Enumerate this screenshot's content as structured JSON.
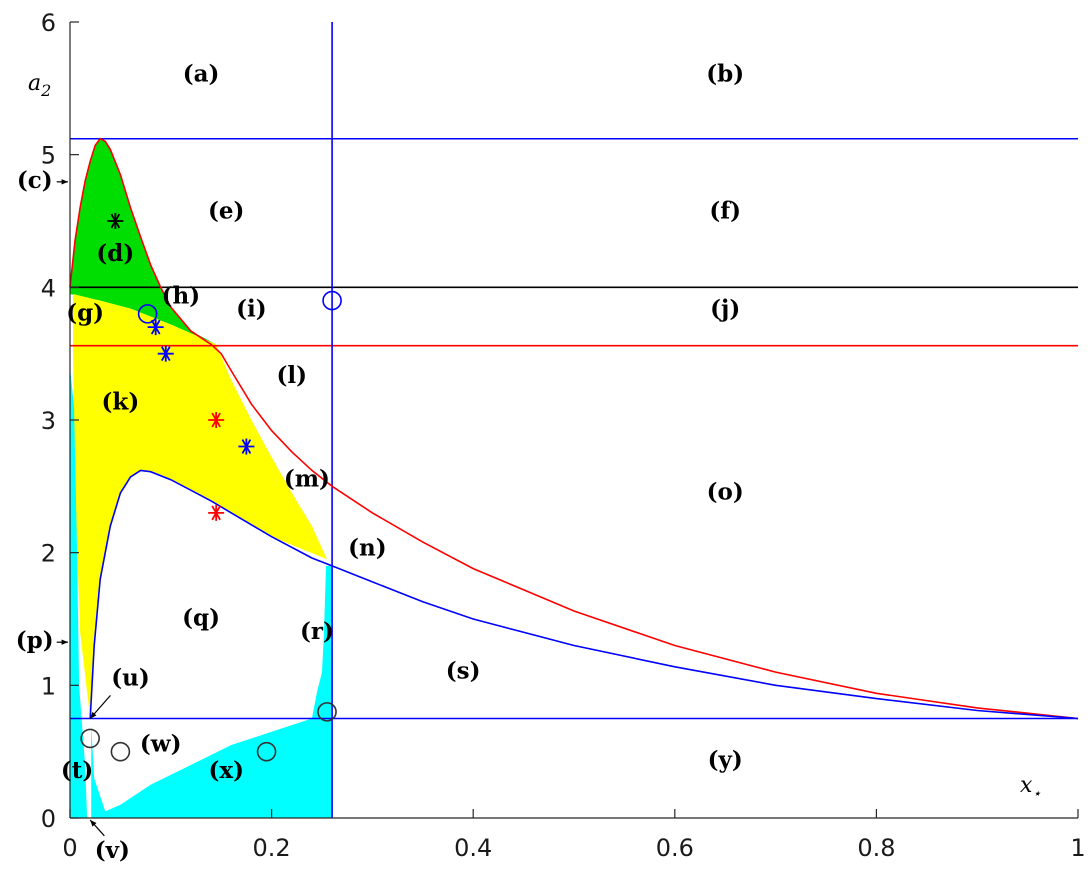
{
  "chart_data": {
    "type": "line",
    "xlabel": "x_⋆",
    "ylabel": "a_2",
    "xlim": [
      0,
      1
    ],
    "ylim": [
      0,
      6
    ],
    "x_ticks": [
      {
        "value": 0,
        "label": "0"
      },
      {
        "value": 0.2,
        "label": "0.2"
      },
      {
        "value": 0.4,
        "label": "0.4"
      },
      {
        "value": 0.6,
        "label": "0.6"
      },
      {
        "value": 0.8,
        "label": "0.8"
      },
      {
        "value": 1,
        "label": "1"
      }
    ],
    "y_ticks": [
      {
        "value": 0,
        "label": "0"
      },
      {
        "value": 1,
        "label": "1"
      },
      {
        "value": 2,
        "label": "2"
      },
      {
        "value": 3,
        "label": "3"
      },
      {
        "value": 4,
        "label": "4"
      },
      {
        "value": 5,
        "label": "5"
      },
      {
        "value": 6,
        "label": "6"
      }
    ],
    "grid": false,
    "colors": {
      "red": "#ff0000",
      "blue": "#0000ff",
      "black": "#000000",
      "green": "#00dd00",
      "yellow": "#ffff00",
      "cyan": "#00ffff"
    },
    "lines": [
      {
        "kind": "hline",
        "y": 5.12,
        "color": "#0000ff"
      },
      {
        "kind": "hline",
        "y": 4.0,
        "color": "#000000"
      },
      {
        "kind": "hline",
        "y": 3.56,
        "color": "#ff0000"
      },
      {
        "kind": "hline",
        "y": 0.75,
        "color": "#0000ff"
      },
      {
        "kind": "vline",
        "x": 0.26,
        "y0": 0,
        "y1": 6,
        "color": "#0000ff"
      }
    ],
    "curves": [
      {
        "name": "red",
        "color": "#ff0000",
        "points": [
          [
            0,
            4.0
          ],
          [
            0.005,
            4.35
          ],
          [
            0.01,
            4.6
          ],
          [
            0.015,
            4.8
          ],
          [
            0.02,
            4.95
          ],
          [
            0.025,
            5.07
          ],
          [
            0.03,
            5.12
          ],
          [
            0.035,
            5.1
          ],
          [
            0.04,
            5.04
          ],
          [
            0.05,
            4.85
          ],
          [
            0.06,
            4.6
          ],
          [
            0.07,
            4.38
          ],
          [
            0.08,
            4.17
          ],
          [
            0.09,
            4.0
          ],
          [
            0.1,
            3.85
          ],
          [
            0.12,
            3.67
          ],
          [
            0.14,
            3.57
          ],
          [
            0.15,
            3.5
          ],
          [
            0.16,
            3.37
          ],
          [
            0.18,
            3.12
          ],
          [
            0.2,
            2.92
          ],
          [
            0.22,
            2.76
          ],
          [
            0.24,
            2.62
          ],
          [
            0.26,
            2.5
          ],
          [
            0.3,
            2.3
          ],
          [
            0.35,
            2.08
          ],
          [
            0.4,
            1.88
          ],
          [
            0.5,
            1.56
          ],
          [
            0.6,
            1.3
          ],
          [
            0.7,
            1.1
          ],
          [
            0.8,
            0.94
          ],
          [
            0.9,
            0.83
          ],
          [
            1.0,
            0.75
          ]
        ]
      },
      {
        "name": "blue",
        "color": "#0000ff",
        "points": [
          [
            0.02,
            0.75
          ],
          [
            0.024,
            1.3
          ],
          [
            0.03,
            1.8
          ],
          [
            0.04,
            2.2
          ],
          [
            0.05,
            2.45
          ],
          [
            0.06,
            2.57
          ],
          [
            0.07,
            2.62
          ],
          [
            0.08,
            2.61
          ],
          [
            0.1,
            2.55
          ],
          [
            0.12,
            2.47
          ],
          [
            0.14,
            2.39
          ],
          [
            0.16,
            2.3
          ],
          [
            0.2,
            2.12
          ],
          [
            0.24,
            1.96
          ],
          [
            0.26,
            1.9
          ],
          [
            0.3,
            1.78
          ],
          [
            0.35,
            1.63
          ],
          [
            0.4,
            1.5
          ],
          [
            0.5,
            1.3
          ],
          [
            0.6,
            1.14
          ],
          [
            0.7,
            1.0
          ],
          [
            0.8,
            0.9
          ],
          [
            0.9,
            0.81
          ],
          [
            1.0,
            0.75
          ]
        ]
      }
    ],
    "filled_regions": [
      {
        "color": "#00dd00",
        "points": [
          [
            0,
            4.0
          ],
          [
            0.005,
            4.35
          ],
          [
            0.01,
            4.6
          ],
          [
            0.015,
            4.8
          ],
          [
            0.02,
            4.95
          ],
          [
            0.025,
            5.07
          ],
          [
            0.03,
            5.12
          ],
          [
            0.035,
            5.1
          ],
          [
            0.04,
            5.04
          ],
          [
            0.05,
            4.85
          ],
          [
            0.06,
            4.6
          ],
          [
            0.07,
            4.38
          ],
          [
            0.08,
            4.17
          ],
          [
            0.09,
            4.0
          ],
          [
            0.1,
            3.85
          ],
          [
            0.12,
            3.67
          ],
          [
            0.145,
            3.57
          ],
          [
            0.1,
            3.72
          ],
          [
            0.06,
            3.84
          ],
          [
            0.03,
            3.9
          ],
          [
            0.01,
            3.93
          ],
          [
            0,
            3.95
          ]
        ]
      },
      {
        "color": "#ffff00",
        "points": [
          [
            0.003,
            3.95
          ],
          [
            0.03,
            3.9
          ],
          [
            0.06,
            3.84
          ],
          [
            0.1,
            3.72
          ],
          [
            0.145,
            3.57
          ],
          [
            0.16,
            3.3
          ],
          [
            0.18,
            3.0
          ],
          [
            0.2,
            2.72
          ],
          [
            0.22,
            2.45
          ],
          [
            0.24,
            2.2
          ],
          [
            0.255,
            1.95
          ],
          [
            0.2,
            2.12
          ],
          [
            0.16,
            2.3
          ],
          [
            0.12,
            2.47
          ],
          [
            0.1,
            2.55
          ],
          [
            0.08,
            2.61
          ],
          [
            0.07,
            2.62
          ],
          [
            0.06,
            2.57
          ],
          [
            0.05,
            2.45
          ],
          [
            0.04,
            2.2
          ],
          [
            0.03,
            1.8
          ],
          [
            0.024,
            1.3
          ],
          [
            0.02,
            0.75
          ],
          [
            0.01,
            1.4
          ],
          [
            0.005,
            2.5
          ],
          [
            0.003,
            3.5
          ]
        ]
      },
      {
        "color": "#00ffff",
        "points": [
          [
            0,
            0
          ],
          [
            0,
            3.4
          ],
          [
            0.004,
            3.1
          ],
          [
            0.007,
            2.0
          ],
          [
            0.009,
            1.0
          ],
          [
            0.012,
            0.7
          ],
          [
            0.015,
            0.4
          ],
          [
            0.017,
            0
          ],
          [
            0.021,
            0
          ],
          [
            0.021,
            0.7
          ],
          [
            0.024,
            0.3
          ],
          [
            0.035,
            0.05
          ],
          [
            0.05,
            0.1
          ],
          [
            0.08,
            0.25
          ],
          [
            0.12,
            0.4
          ],
          [
            0.16,
            0.55
          ],
          [
            0.2,
            0.65
          ],
          [
            0.24,
            0.75
          ],
          [
            0.245,
            0.95
          ],
          [
            0.25,
            1.1
          ],
          [
            0.252,
            1.4
          ],
          [
            0.254,
            1.9
          ],
          [
            0.26,
            1.9
          ],
          [
            0.26,
            0
          ],
          [
            0.021,
            0
          ],
          [
            0.017,
            0
          ]
        ]
      }
    ],
    "markers": [
      {
        "shape": "star",
        "x": 0.045,
        "y": 4.5,
        "color": "#000000"
      },
      {
        "shape": "star",
        "x": 0.085,
        "y": 3.7,
        "color": "#0000ff"
      },
      {
        "shape": "star",
        "x": 0.095,
        "y": 3.5,
        "color": "#0000ff"
      },
      {
        "shape": "star",
        "x": 0.145,
        "y": 3.0,
        "color": "#ff0000"
      },
      {
        "shape": "star",
        "x": 0.175,
        "y": 2.8,
        "color": "#0000ff"
      },
      {
        "shape": "star",
        "x": 0.145,
        "y": 2.3,
        "color": "#ff0000"
      },
      {
        "shape": "circle",
        "x": 0.077,
        "y": 3.8,
        "color": "#0000ff"
      },
      {
        "shape": "circle",
        "x": 0.26,
        "y": 3.9,
        "color": "#0000ff"
      },
      {
        "shape": "circle",
        "x": 0.255,
        "y": 0.8,
        "color": "#333333"
      },
      {
        "shape": "circle",
        "x": 0.02,
        "y": 0.6,
        "color": "#333333"
      },
      {
        "shape": "circle",
        "x": 0.05,
        "y": 0.5,
        "color": "#333333"
      },
      {
        "shape": "circle",
        "x": 0.195,
        "y": 0.5,
        "color": "#333333"
      }
    ],
    "annotations": [
      {
        "text": "(a)",
        "x": 0.13,
        "y": 5.55
      },
      {
        "text": "(b)",
        "x": 0.65,
        "y": 5.55
      },
      {
        "text": "(c)",
        "x": -0.035,
        "y": 4.75,
        "arrow": true
      },
      {
        "text": "(d)",
        "x": 0.045,
        "y": 4.2
      },
      {
        "text": "(e)",
        "x": 0.155,
        "y": 4.52
      },
      {
        "text": "(f)",
        "x": 0.65,
        "y": 4.52
      },
      {
        "text": "(g)",
        "x": 0.015,
        "y": 3.75
      },
      {
        "text": "(h)",
        "x": 0.11,
        "y": 3.88
      },
      {
        "text": "(i)",
        "x": 0.18,
        "y": 3.78
      },
      {
        "text": "(j)",
        "x": 0.65,
        "y": 3.78
      },
      {
        "text": "(k)",
        "x": 0.05,
        "y": 3.08
      },
      {
        "text": "(l)",
        "x": 0.22,
        "y": 3.28
      },
      {
        "text": "(m)",
        "x": 0.235,
        "y": 2.5
      },
      {
        "text": "(n)",
        "x": 0.295,
        "y": 1.98
      },
      {
        "text": "(o)",
        "x": 0.65,
        "y": 2.4
      },
      {
        "text": "(p)",
        "x": -0.035,
        "y": 1.28,
        "arrow": true
      },
      {
        "text": "(q)",
        "x": 0.13,
        "y": 1.45
      },
      {
        "text": "(r)",
        "x": 0.245,
        "y": 1.35
      },
      {
        "text": "(s)",
        "x": 0.39,
        "y": 1.05
      },
      {
        "text": "(t)",
        "x": 0.007,
        "y": 0.3
      },
      {
        "text": "(u)",
        "x": 0.06,
        "y": 1.0,
        "arrow": true
      },
      {
        "text": "(v)",
        "x": 0.042,
        "y": -0.3,
        "arrow": true
      },
      {
        "text": "(w)",
        "x": 0.09,
        "y": 0.5
      },
      {
        "text": "(x)",
        "x": 0.155,
        "y": 0.3
      },
      {
        "text": "(y)",
        "x": 0.65,
        "y": 0.38
      }
    ]
  }
}
